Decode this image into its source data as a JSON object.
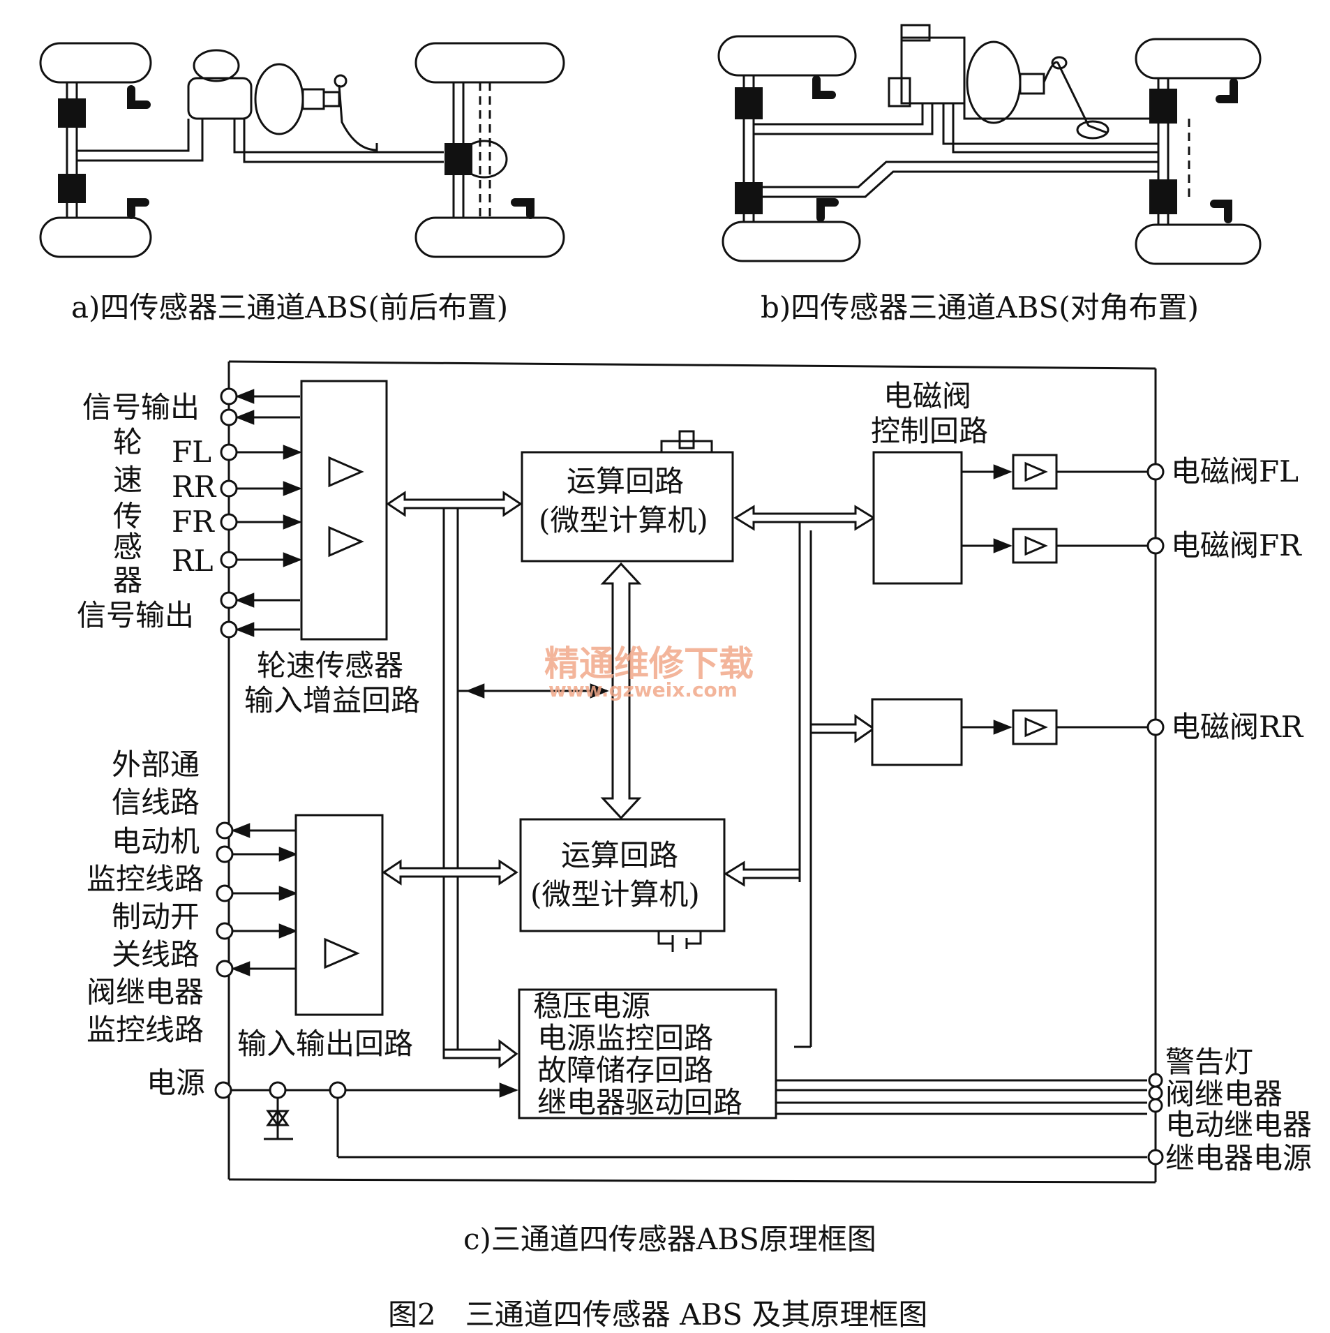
{
  "captions": {
    "a": "a)四传感器三通道ABS(前后布置)",
    "b": "b)四传感器三通道ABS(对角布置)",
    "c": "c)三通道四传感器ABS原理框图",
    "figure": "图2　三通道四传感器 ABS 及其原理框图"
  },
  "left_labels": {
    "signal_out_top": "信号输出",
    "wheel_speed_sensor_vertical": [
      "轮",
      "速",
      "传",
      "感",
      "器"
    ],
    "fl": "FL",
    "rr": "RR",
    "fr": "FR",
    "rl": "RL",
    "signal_out_bottom": "信号输出",
    "ext_comm": [
      "外部通",
      "信线路"
    ],
    "motor_monitor": [
      "电动机",
      "监控线路"
    ],
    "brake_switch": [
      "制动开",
      "关线路"
    ],
    "valve_relay_monitor": [
      "阀继电器",
      "监控线路"
    ],
    "power": "电源"
  },
  "blocks": {
    "sensor_gain": [
      "轮速传感器",
      "输入增益回路"
    ],
    "io_circuit": "输入输出回路",
    "cpu_top": [
      "运算回路",
      "(微型计算机)"
    ],
    "cpu_bottom": [
      "运算回路",
      "(微型计算机)"
    ],
    "solenoid_ctrl": [
      "电磁阀",
      "控制回路"
    ],
    "power_block": [
      "稳压电源",
      "电源监控回路",
      "故障储存回路",
      "继电器驱动回路"
    ]
  },
  "right_labels": {
    "valve_fl": "电磁阀FL",
    "valve_fr": "电磁阀FR",
    "valve_rr": "电磁阀RR",
    "warning_lamp": "警告灯",
    "valve_relay": "阀继电器",
    "motor_relay": "电动继电器",
    "relay_power": "继电器电源"
  },
  "watermark": {
    "cn": "精通维修下载",
    "url": "www.gzweix.com",
    "color": "#f2a98a"
  }
}
